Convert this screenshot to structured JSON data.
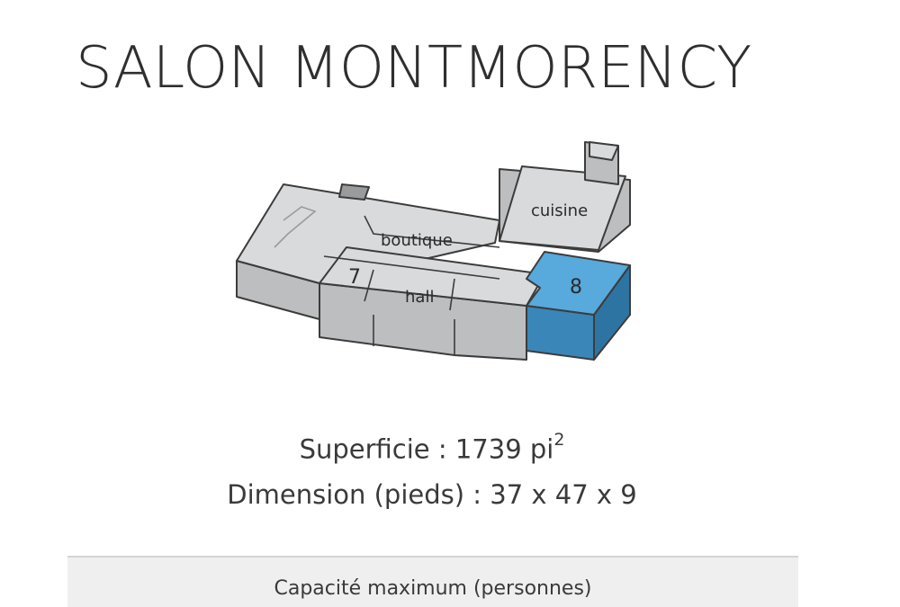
{
  "title": "SALON MONTMORENCY",
  "info": {
    "area_label": "Superficie : 1739 pi",
    "area_sup": "2",
    "dimension": "Dimension (pieds) : 37 x 47 x 9"
  },
  "floor_plan": {
    "rooms": {
      "cuisine": "cuisine",
      "boutique": "boutique",
      "room7": "7",
      "hall": "hall",
      "room8": "8"
    },
    "colors": {
      "wall_top": "#d9dadb",
      "wall_side": "#bdbebf",
      "wall_dark": "#a9aaab",
      "outline": "#3c3c3c",
      "highlight_top": "#58a9dc",
      "highlight_side": "#3a86b8",
      "highlight_dark": "#2d74a3"
    }
  },
  "capacity": {
    "header": "Capacité maximum (personnes)"
  }
}
